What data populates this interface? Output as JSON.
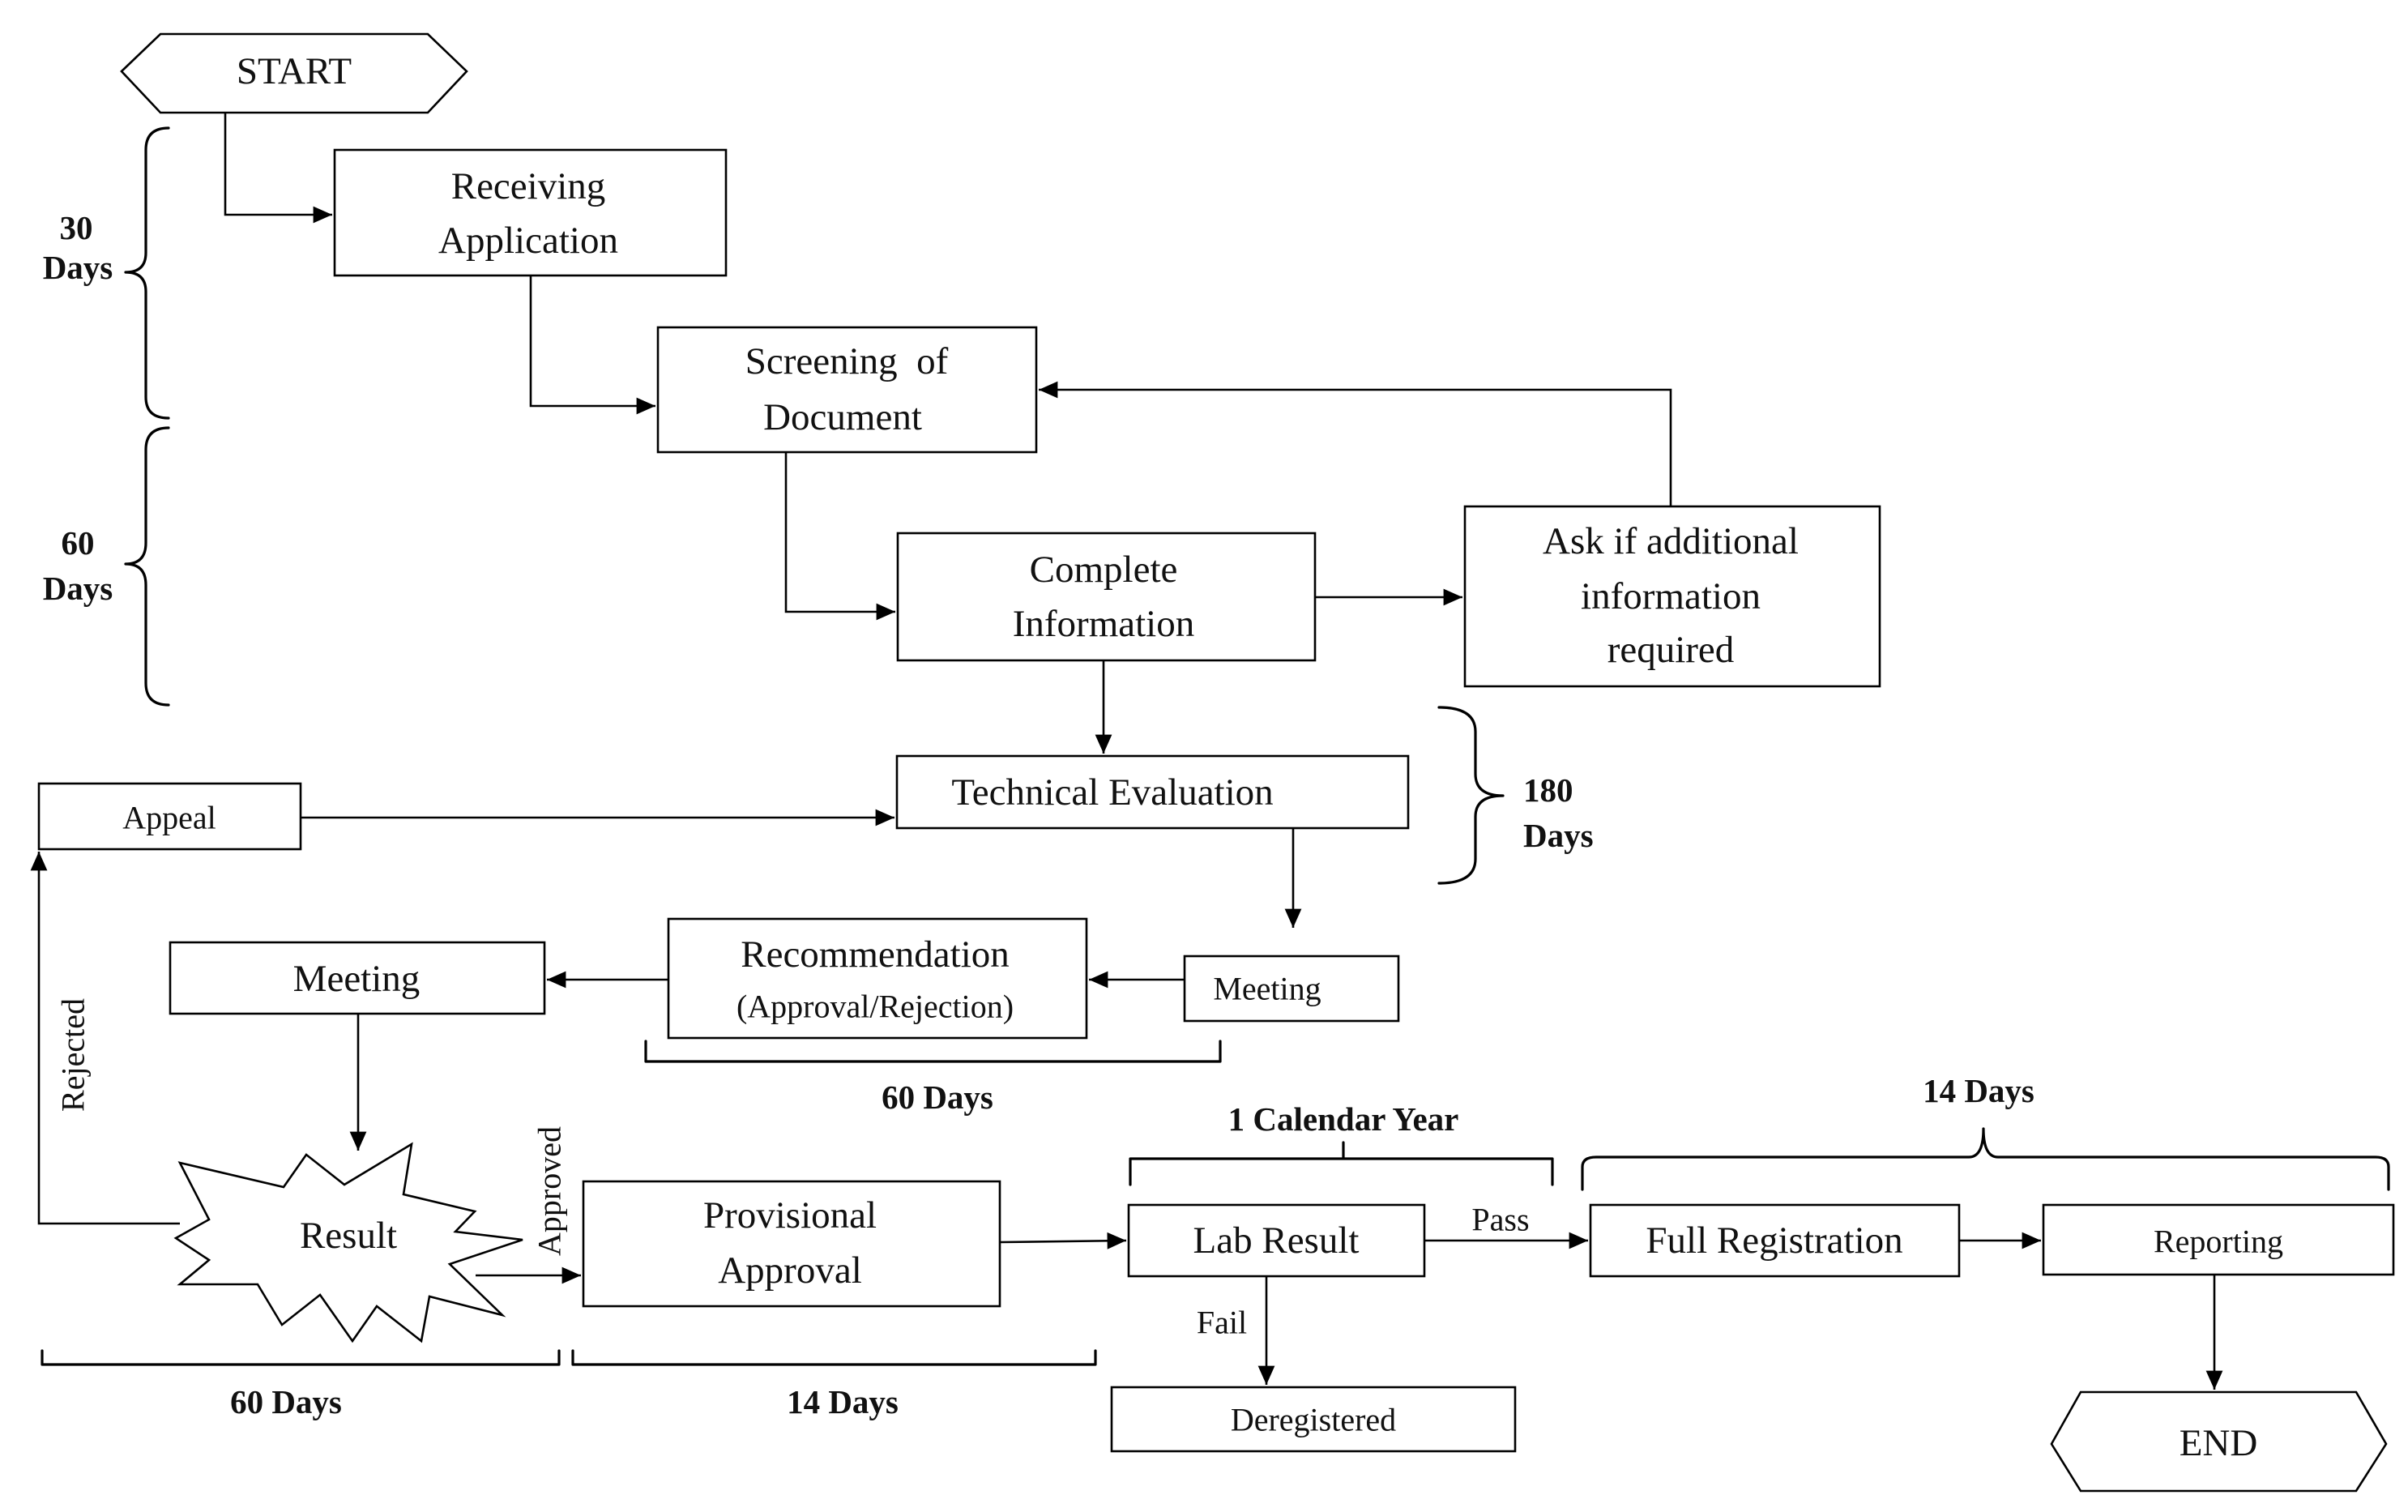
{
  "nodes": {
    "start": "START",
    "receiving": [
      "Receiving",
      "Application"
    ],
    "screening": [
      "Screening  of",
      "Document"
    ],
    "complete": [
      "Complete",
      "Information"
    ],
    "ask": [
      "Ask if additional",
      "information",
      "required"
    ],
    "technical": "Technical Evaluation",
    "appeal": "Appeal",
    "recommendation": [
      "Recommendation",
      "(Approval/Rejection)"
    ],
    "meeting_right": "Meeting",
    "meeting_left": "Meeting",
    "result": "Result",
    "provisional": [
      "Provisional",
      "Approval"
    ],
    "lab_result": "Lab Result",
    "deregistered": "Deregistered",
    "full_registration": "Full Registration",
    "reporting": "Reporting",
    "end": "END"
  },
  "edge_labels": {
    "rejected": "Rejected",
    "approved": "Approved",
    "pass": "Pass",
    "fail": "Fail"
  },
  "durations": {
    "d30": [
      "30",
      "Days"
    ],
    "d60_side": [
      "60",
      "Days"
    ],
    "d180": [
      "180",
      "Days"
    ],
    "d60_recommendation": "60 Days",
    "d60_result": "60 Days",
    "d14_provisional": "14 Days",
    "calendar_year": "1 Calendar Year",
    "d14_registration": "14 Days"
  }
}
